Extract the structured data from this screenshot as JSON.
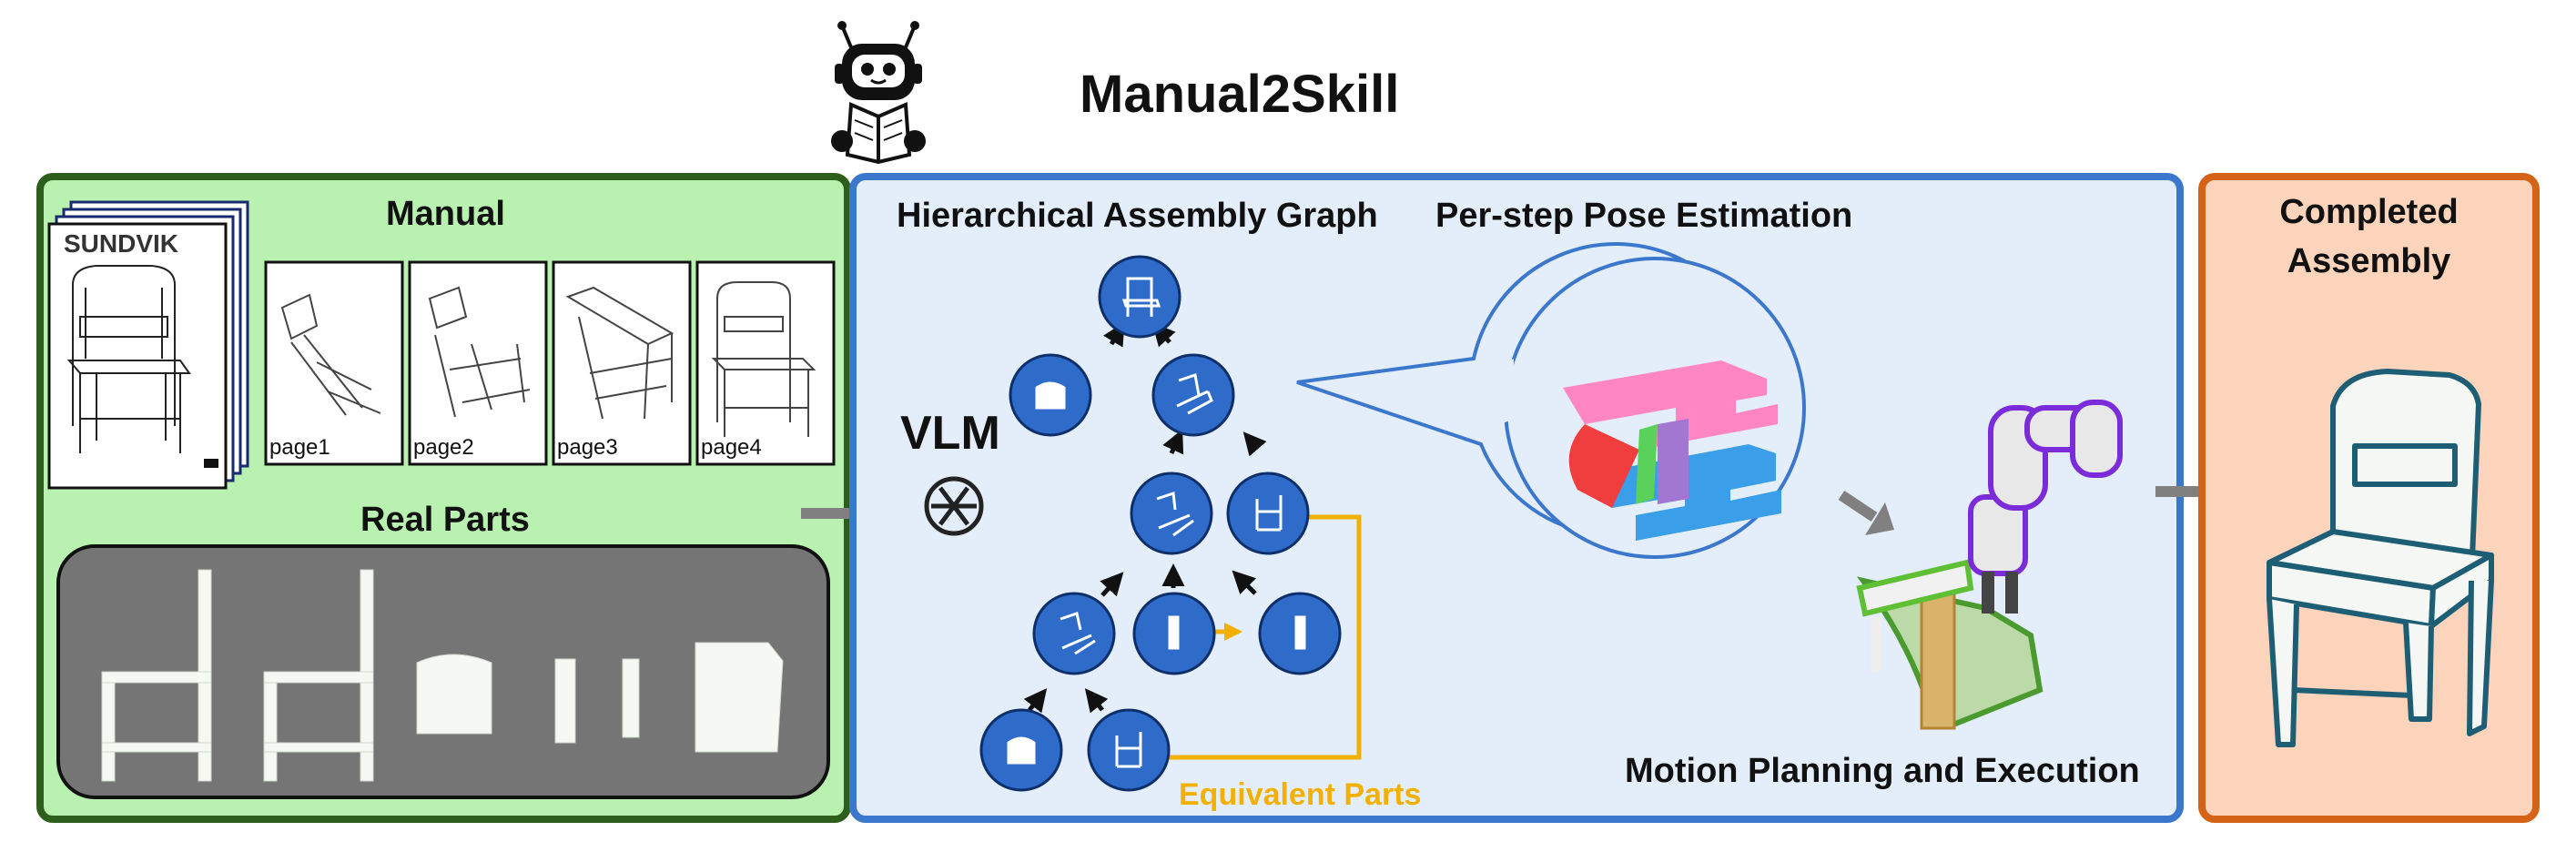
{
  "title": "Manual2Skill",
  "manual_panel": {
    "heading": "Manual",
    "brand": "SUNDVIK",
    "pages": [
      "page1",
      "page2",
      "page3",
      "page4"
    ],
    "real_parts_heading": "Real Parts"
  },
  "graph_panel": {
    "vlm_label": "VLM",
    "graph_heading": "Hierarchical Assembly Graph",
    "pose_heading": "Per-step Pose Estimation",
    "equivalent_label": "Equivalent Parts",
    "motion_label": "Motion Planning and Execution"
  },
  "completed_panel": {
    "heading_line1": "Completed",
    "heading_line2": "Assembly"
  },
  "colors": {
    "manual_bg": "#b9f1b0",
    "manual_border": "#2d5e1e",
    "graph_bg": "#e3eefa",
    "graph_border": "#3b77cc",
    "completed_bg": "#fbd4bb",
    "completed_border": "#d46317",
    "node_fill": "#2f6bc9",
    "equivalent": "#f2b100",
    "arrow_gray": "#808080"
  }
}
